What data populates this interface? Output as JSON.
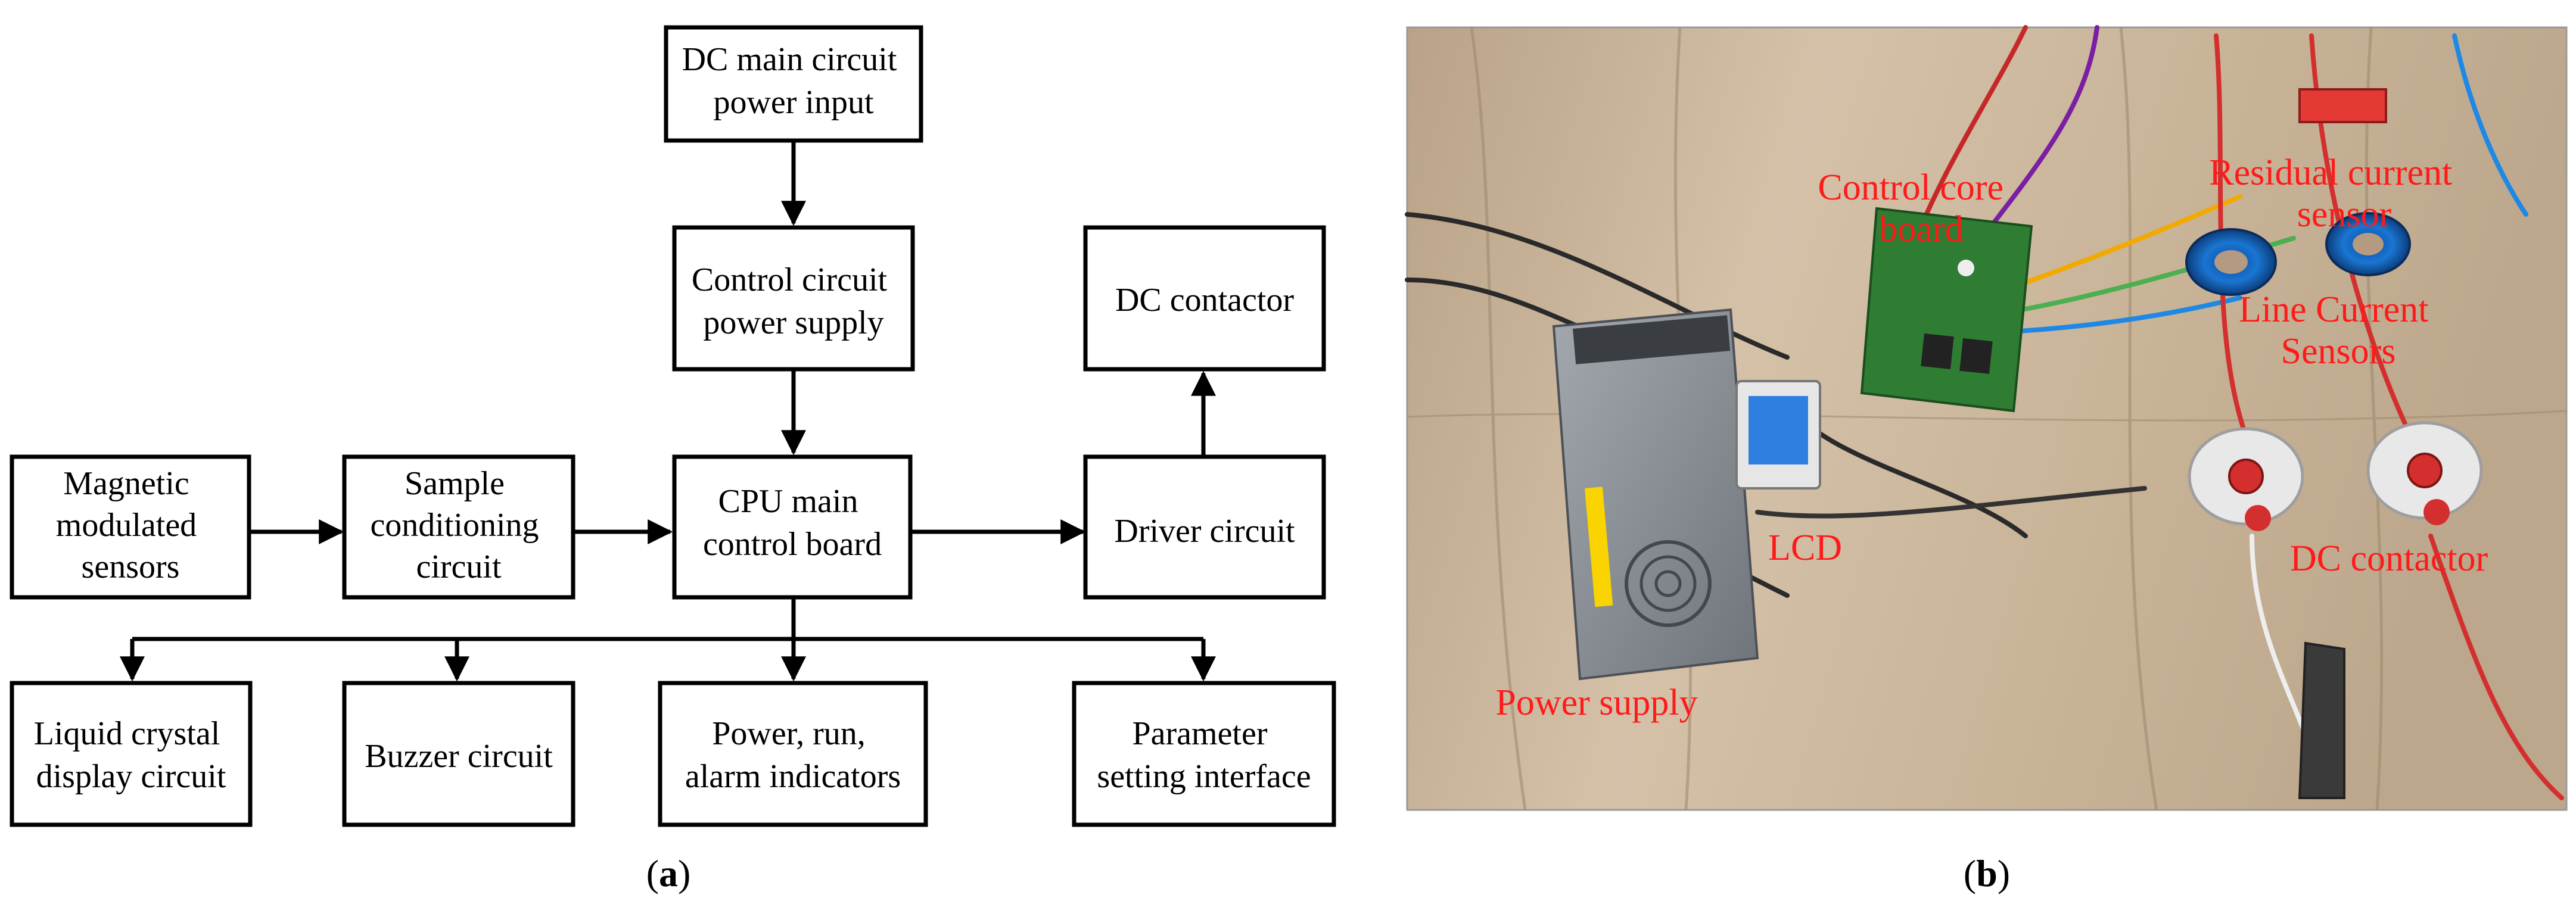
{
  "panel_a": {
    "caption": "(a)",
    "caption_letter": "a",
    "boxes": {
      "dc_main_power_input": [
        "DC main circuit",
        "power input"
      ],
      "control_power_supply": [
        "Control circuit",
        "power supply"
      ],
      "dc_contactor": [
        "DC contactor"
      ],
      "magnetic_sensors": [
        "Magnetic",
        "modulated",
        "sensors"
      ],
      "sample_conditioning": [
        "Sample",
        "conditioning",
        "circuit"
      ],
      "cpu_main_board": [
        "CPU main",
        "control board"
      ],
      "driver_circuit": [
        "Driver circuit"
      ],
      "lcd_circuit": [
        "Liquid crystal",
        "display circuit"
      ],
      "buzzer_circuit": [
        "Buzzer circuit"
      ],
      "indicators": [
        "Power, run,",
        "alarm indicators"
      ],
      "parameter_interface": [
        "Parameter",
        "setting interface"
      ]
    }
  },
  "panel_b": {
    "caption": "(b)",
    "caption_letter": "b",
    "labels": {
      "control_core_board": [
        "Control core",
        "board"
      ],
      "residual_current_sensor": [
        "Residual current",
        "sensor"
      ],
      "line_current_sensors": [
        "Line Current",
        "Sensors"
      ],
      "lcd": [
        "LCD"
      ],
      "dc_contactor": [
        "DC contactor"
      ],
      "power_supply": [
        "Power supply"
      ]
    }
  },
  "colors": {
    "annotation_red": "#ff1a1a",
    "wood_base": "#c9b49a",
    "psu_grey": "#8a8f96",
    "pcb_green": "#2e7d32",
    "sensor_blue": "#1565c0"
  }
}
